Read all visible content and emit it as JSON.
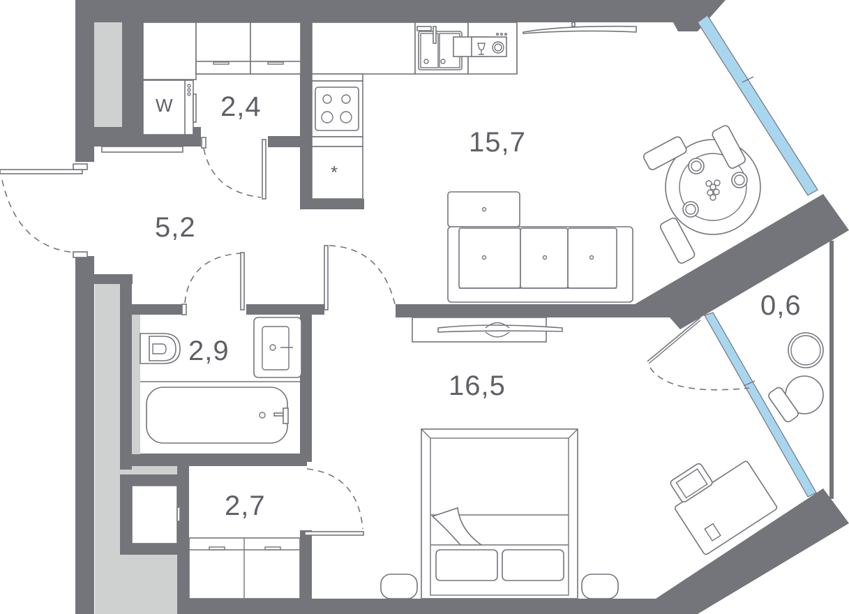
{
  "plan": {
    "type": "apartment-floor-plan",
    "colors": {
      "wall": "#73757b",
      "shaft": "#cfd1d0",
      "glass": "#a9d6ef",
      "text": "#5e6066",
      "background": "#ffffff"
    },
    "rooms": [
      {
        "id": "storage-kitchen",
        "area": "2,4"
      },
      {
        "id": "kitchen-living",
        "area": "15,7"
      },
      {
        "id": "hallway",
        "area": "5,2"
      },
      {
        "id": "balcony",
        "area": "0,6"
      },
      {
        "id": "bathroom",
        "area": "2,9"
      },
      {
        "id": "bedroom",
        "area": "16,5"
      },
      {
        "id": "wardrobe",
        "area": "2,7"
      }
    ],
    "symbols": {
      "washer": "W",
      "fridge": "*"
    }
  }
}
